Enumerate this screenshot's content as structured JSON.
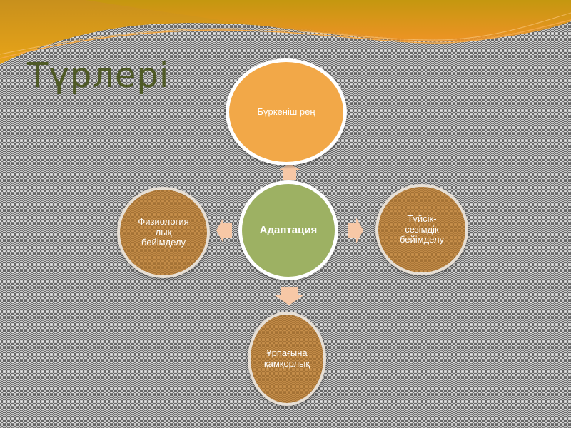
{
  "slide": {
    "title": "Түрлері",
    "colors": {
      "header_orange": "#f0a030",
      "header_gold": "#c89a10",
      "title_color": "#4f5a26",
      "top_node": "#f2a848",
      "center_node": "#9db163",
      "satellite_node": "#c9914c",
      "arrow": "#f7c8a6"
    }
  },
  "diagram": {
    "center": {
      "label": "Адаптация"
    },
    "nodes": [
      {
        "id": "top",
        "label": "Бүркеніш рең"
      },
      {
        "id": "right",
        "label": "Түйсік-\nсезімдік\nбейімделу",
        "lines": [
          "Түйсік-",
          "сезімдік",
          "бейімделу"
        ]
      },
      {
        "id": "bottom",
        "label": "Ұрпағына қамқорлық",
        "lines": [
          "Ұрпағына",
          "қамқорлық"
        ]
      },
      {
        "id": "left",
        "label": "Физиология лық бейімделу",
        "lines": [
          "Физиология",
          "лық",
          "бейімделу"
        ]
      }
    ],
    "arrows": [
      "up-arrow",
      "right-arrow",
      "down-arrow",
      "left-arrow"
    ]
  }
}
